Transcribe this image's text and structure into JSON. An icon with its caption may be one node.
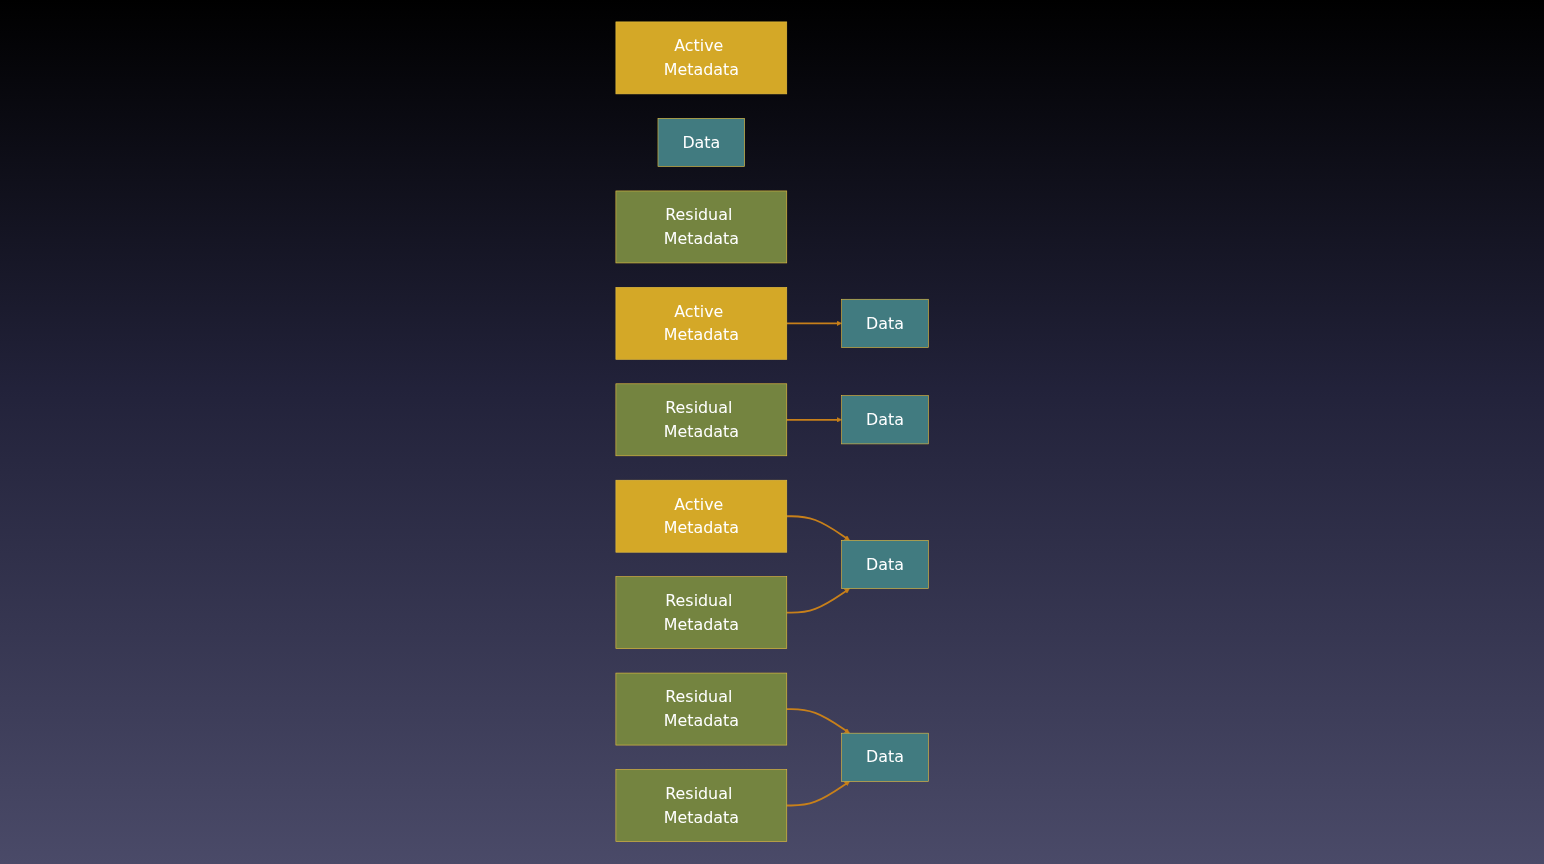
{
  "diagram": {
    "nodes": [
      {
        "text": [
          "Active Metadata"
        ]
      },
      {
        "text": [
          "Data"
        ]
      },
      {
        "text": [
          "Residual Metadata"
        ]
      },
      {
        "text": [
          "Active Metadata"
        ]
      },
      {
        "text": [
          "Data"
        ]
      },
      {
        "text": [
          "Residual Metadata"
        ]
      },
      {
        "text": [
          "Data"
        ]
      },
      {
        "text": [
          "Active Metadata"
        ]
      },
      {
        "text": [
          "Data"
        ]
      },
      {
        "text": [
          "Residual Metadata"
        ]
      },
      {
        "text": [
          "Residual Metadata"
        ]
      },
      {
        "text": [
          "Data"
        ]
      },
      {
        "text": [
          "Residual Metadata"
        ]
      }
    ],
    "edges": [
      {
        "from": 3,
        "to": 4,
        "arrow": "to"
      },
      {
        "from": 5,
        "to": 6,
        "arrow": "to"
      },
      {
        "from": 7,
        "to": 8,
        "arrow": "to"
      },
      {
        "from": 9,
        "to": 8,
        "arrow": "to"
      },
      {
        "from": 10,
        "to": 11,
        "arrow": "to"
      },
      {
        "from": 12,
        "to": 11,
        "arrow": "to"
      }
    ]
  }
}
